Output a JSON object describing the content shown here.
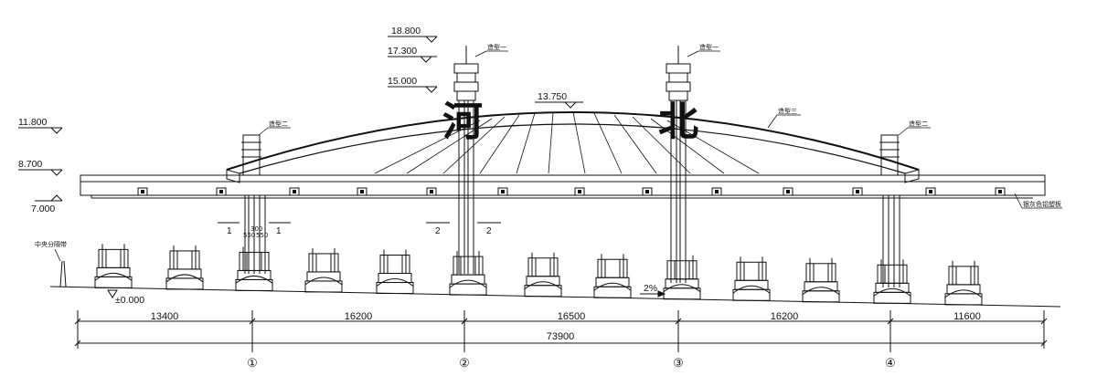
{
  "drawing": {
    "sign_chars": [
      "河",
      "北"
    ],
    "roof_level": "13.750",
    "levels_left": [
      "11.800",
      "8.700",
      "7.000"
    ],
    "levels_tower": [
      "18.800",
      "17.300",
      "15.000"
    ],
    "ground_level": "±0.000",
    "slope": "2%",
    "notes": {
      "tower_a_left": "造型二",
      "tower_b": "造型一",
      "tower_c": "造型一",
      "arch": "造型三",
      "tower_d_right": "造型二",
      "canopy_edge": "银灰色铝塑板",
      "median": "中央分隔带"
    },
    "sections": [
      "1",
      "1",
      "2",
      "2"
    ],
    "small_dims": [
      "300",
      "550",
      "550"
    ],
    "spans": [
      "13400",
      "16200",
      "16500",
      "16200",
      "11600"
    ],
    "total_span": "73900",
    "axes": [
      "①",
      "②",
      "③",
      "④"
    ]
  }
}
